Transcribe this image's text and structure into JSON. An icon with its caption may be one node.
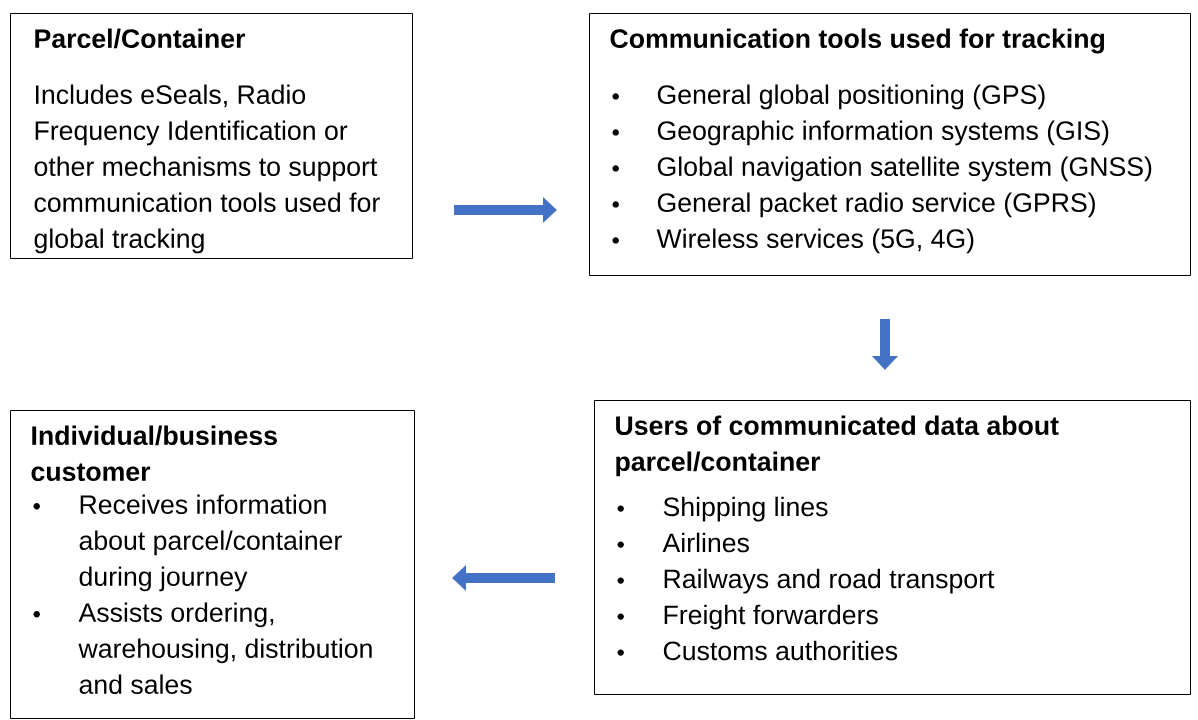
{
  "diagram": {
    "nodes": [
      {
        "text": [
          "Parcel/Container",
          "Includes eSeals, Radio Frequency Identification or other mechanisms to support communication tools used for global tracking"
        ]
      },
      {
        "text": [
          "Communication tools used for tracking",
          "General global positioning (GPS)",
          "Geographic information systems (GIS)",
          "Global navigation satellite system (GNSS)",
          "General packet radio service (GPRS)",
          "Wireless services (5G, 4G)"
        ]
      },
      {
        "text": [
          "Individual/business customer",
          "Receives information about parcel/container during journey",
          "Assists ordering, warehousing, distribution and sales"
        ]
      },
      {
        "text": [
          "Users of communicated data about parcel/container",
          "Shipping lines",
          "Airlines",
          "Railways and road transport",
          "Freight forwarders",
          "Customs authorities"
        ]
      }
    ],
    "edges": [
      {
        "from": 0,
        "to": 1,
        "arrow": "to"
      },
      {
        "from": 1,
        "to": 3,
        "arrow": "to"
      },
      {
        "from": 3,
        "to": 2,
        "arrow": "to"
      }
    ]
  }
}
